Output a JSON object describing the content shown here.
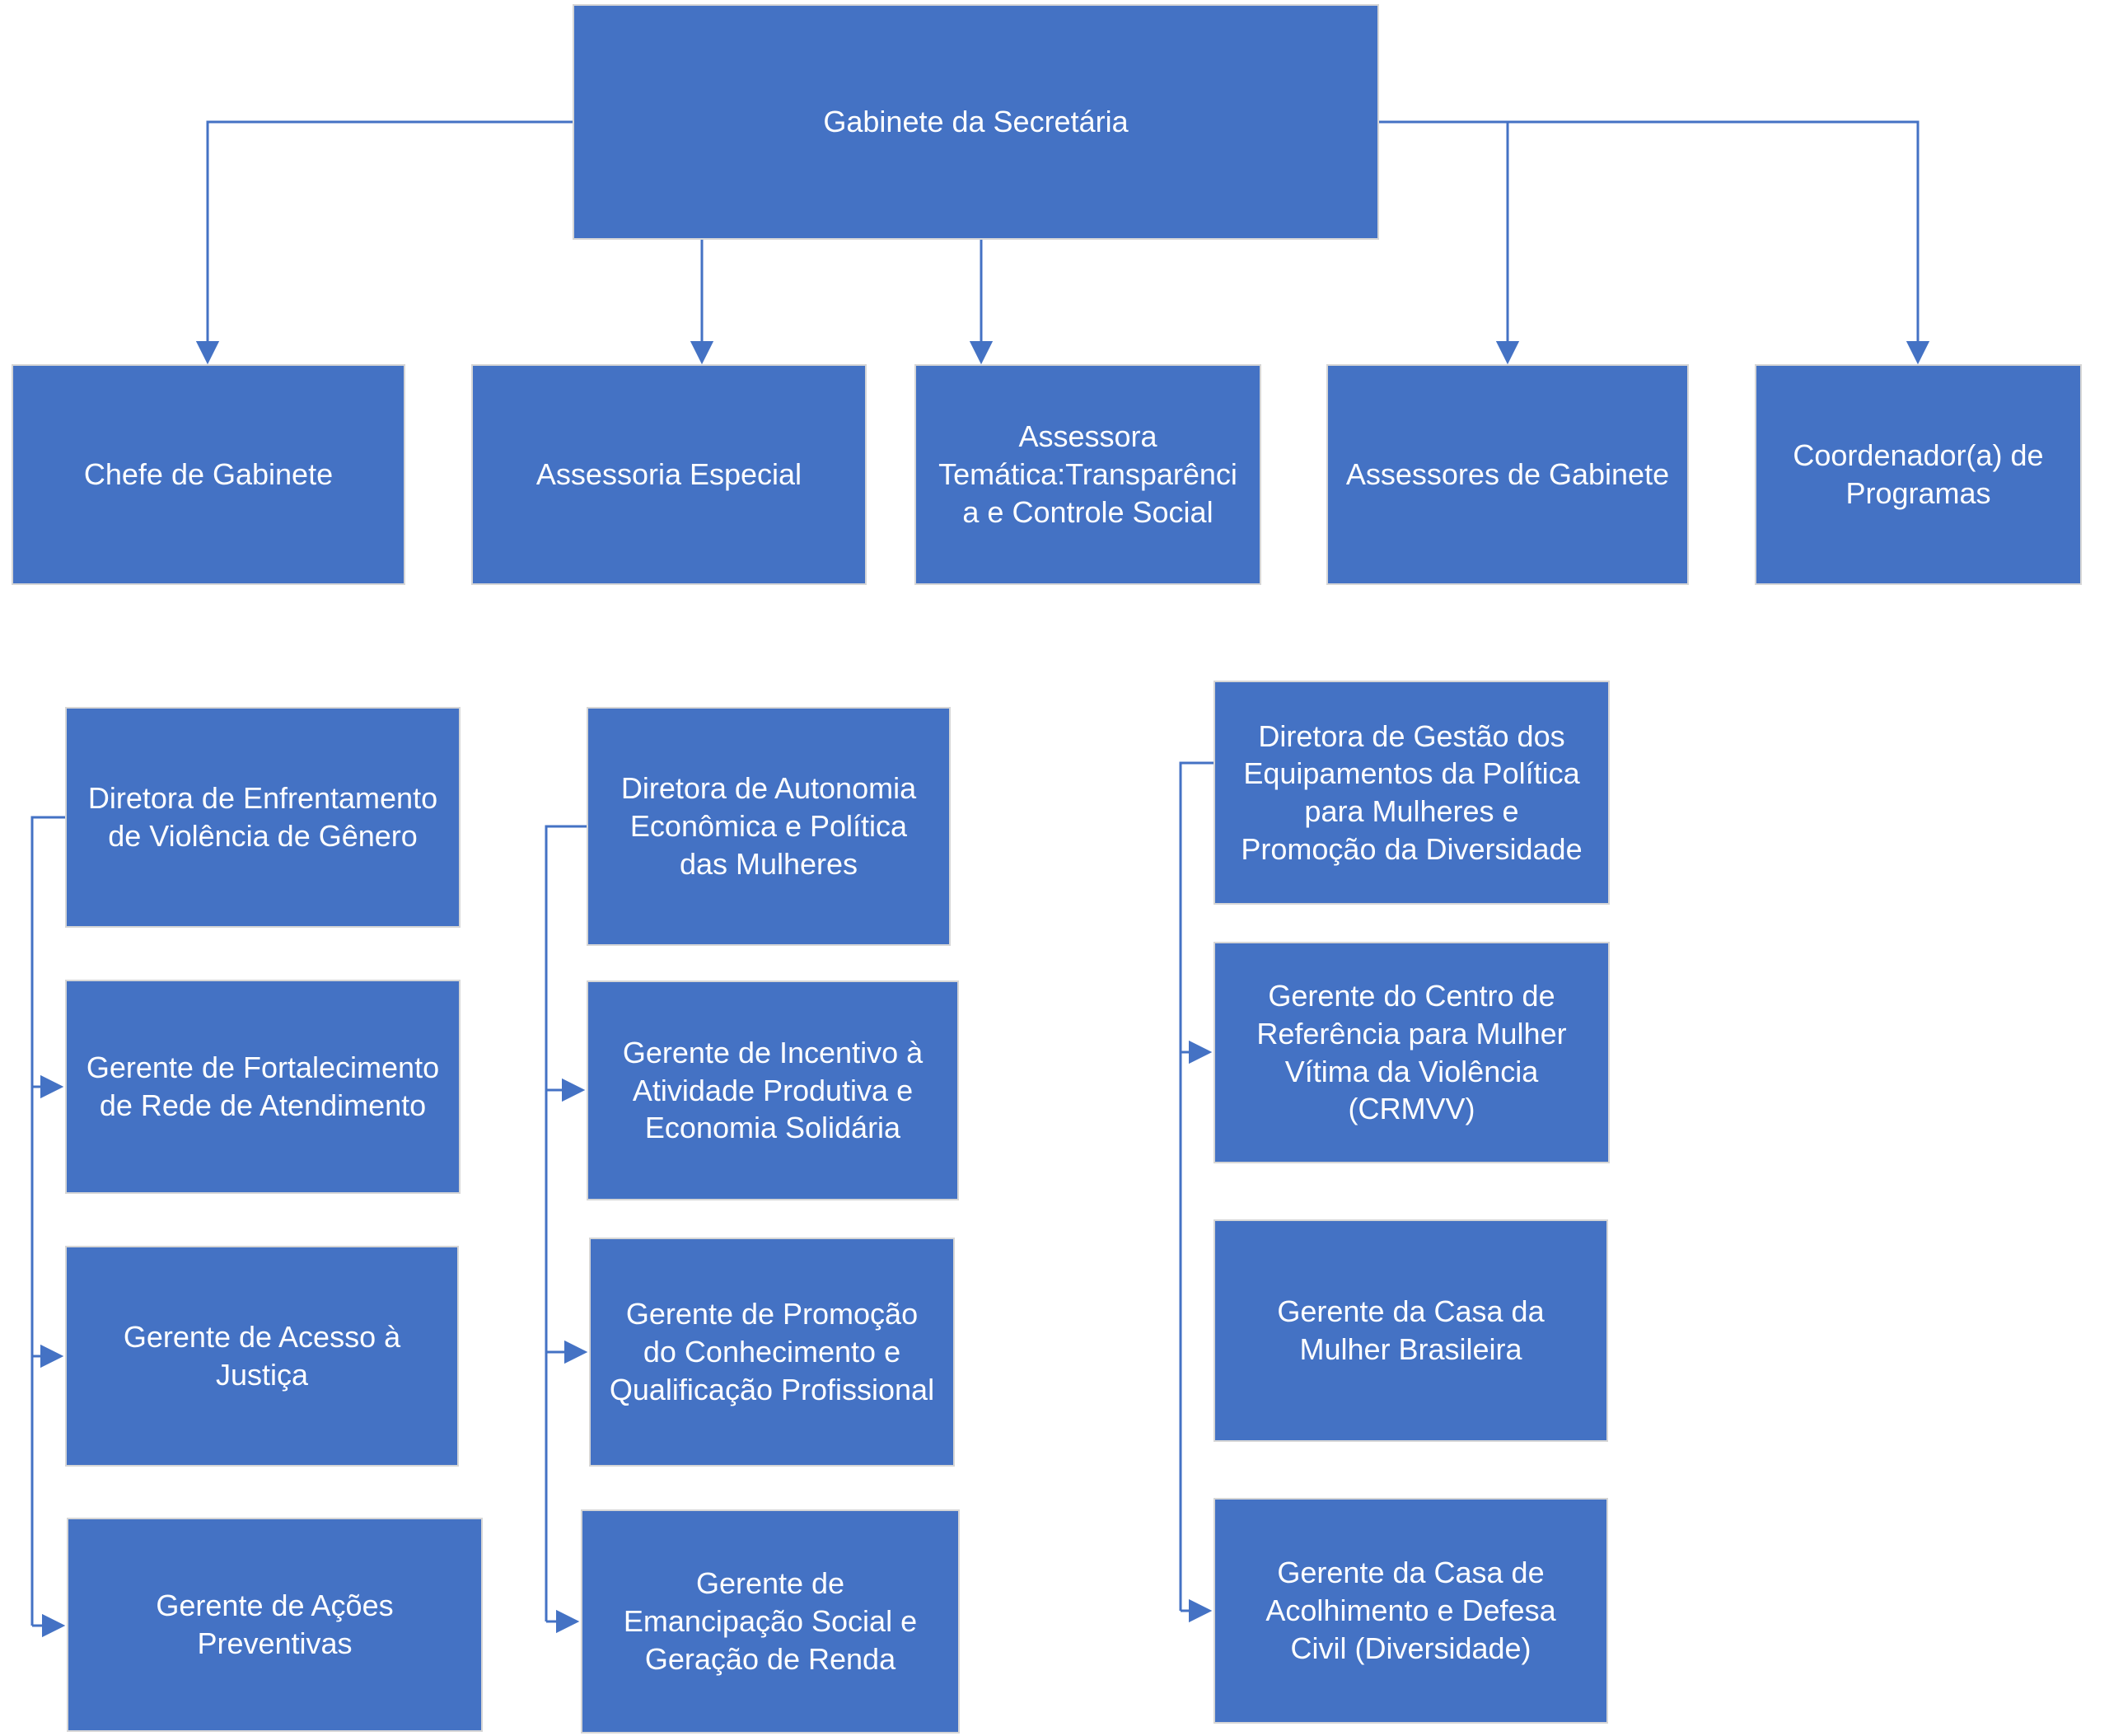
{
  "org": {
    "root": {
      "label": "Gabinete da Secretária"
    },
    "level2": [
      {
        "label": "Chefe de Gabinete"
      },
      {
        "label": "Assessoria Especial"
      },
      {
        "label": "Assessora Temática:Transparência e Controle Social"
      },
      {
        "label": "Assessores de Gabinete"
      },
      {
        "label": "Coordenador(a) de Programas"
      }
    ],
    "columns": [
      {
        "nodes": [
          {
            "label": "Diretora de Enfrentamento de Violência de Gênero"
          },
          {
            "label": "Gerente de Fortalecimento de Rede de Atendimento"
          },
          {
            "label": "Gerente de Acesso à Justiça"
          },
          {
            "label": "Gerente de Ações Preventivas"
          }
        ]
      },
      {
        "nodes": [
          {
            "label": "Diretora de Autonomia Econômica e Política das Mulheres"
          },
          {
            "label": "Gerente de Incentivo à Atividade Produtiva e Economia Solidária"
          },
          {
            "label": "Gerente de Promoção do Conhecimento e Qualificação Profissional"
          },
          {
            "label": "Gerente de Emancipação Social e Geração de Renda"
          }
        ]
      },
      {
        "nodes": [
          {
            "label": "Diretora de Gestão dos Equipamentos da Política para Mulheres e Promoção da Diversidade"
          },
          {
            "label": "Gerente do Centro de Referência para Mulher Vítima da Violência (CRMVV)"
          },
          {
            "label": "Gerente da Casa da Mulher Brasileira"
          },
          {
            "label": "Gerente da Casa de Acolhimento e Defesa Civil (Diversidade)"
          }
        ]
      }
    ]
  },
  "colors": {
    "box_fill": "#4472C4",
    "box_text": "#FFFFFF",
    "box_border": "#D6D6D6",
    "connector": "#4472C4",
    "background": "#FFFFFF"
  }
}
